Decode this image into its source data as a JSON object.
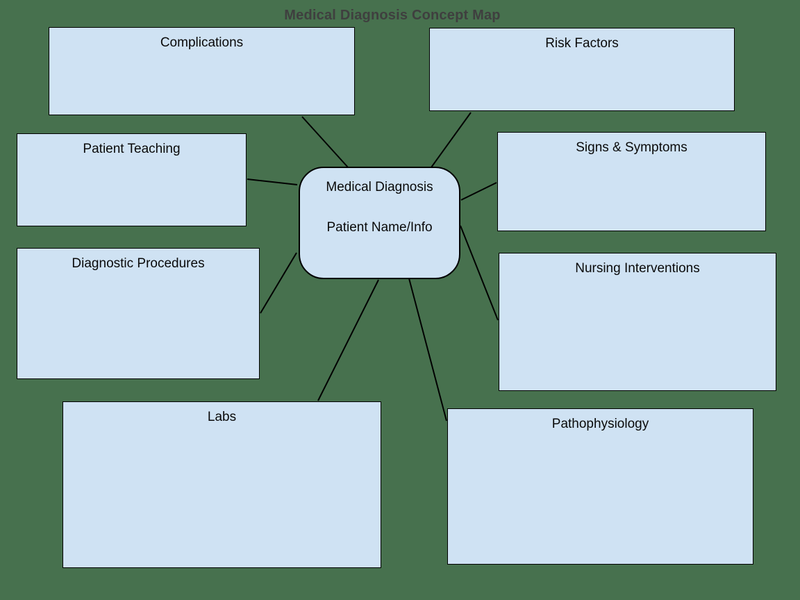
{
  "page": {
    "title": "Medical Diagnosis Concept Map"
  },
  "center_node": {
    "line1": "Medical Diagnosis",
    "line2": "Patient Name/Info"
  },
  "boxes": [
    {
      "id": "complications",
      "label": "Complications"
    },
    {
      "id": "risk-factors",
      "label": "Risk Factors"
    },
    {
      "id": "patient-teaching",
      "label": "Patient Teaching"
    },
    {
      "id": "signs-symptoms",
      "label": "Signs & Symptoms"
    },
    {
      "id": "diagnostic-procedures",
      "label": "Diagnostic Procedures"
    },
    {
      "id": "nursing-interventions",
      "label": "Nursing Interventions"
    },
    {
      "id": "labs",
      "label": "Labs"
    },
    {
      "id": "pathophysiology",
      "label": "Pathophysiology"
    }
  ],
  "colors": {
    "background": "#47714E",
    "node_fill": "#CFE2F3",
    "node_border": "#000000",
    "connector": "#000000",
    "title_text": "#3F3F3F",
    "label_text": "#0A0A0A"
  }
}
